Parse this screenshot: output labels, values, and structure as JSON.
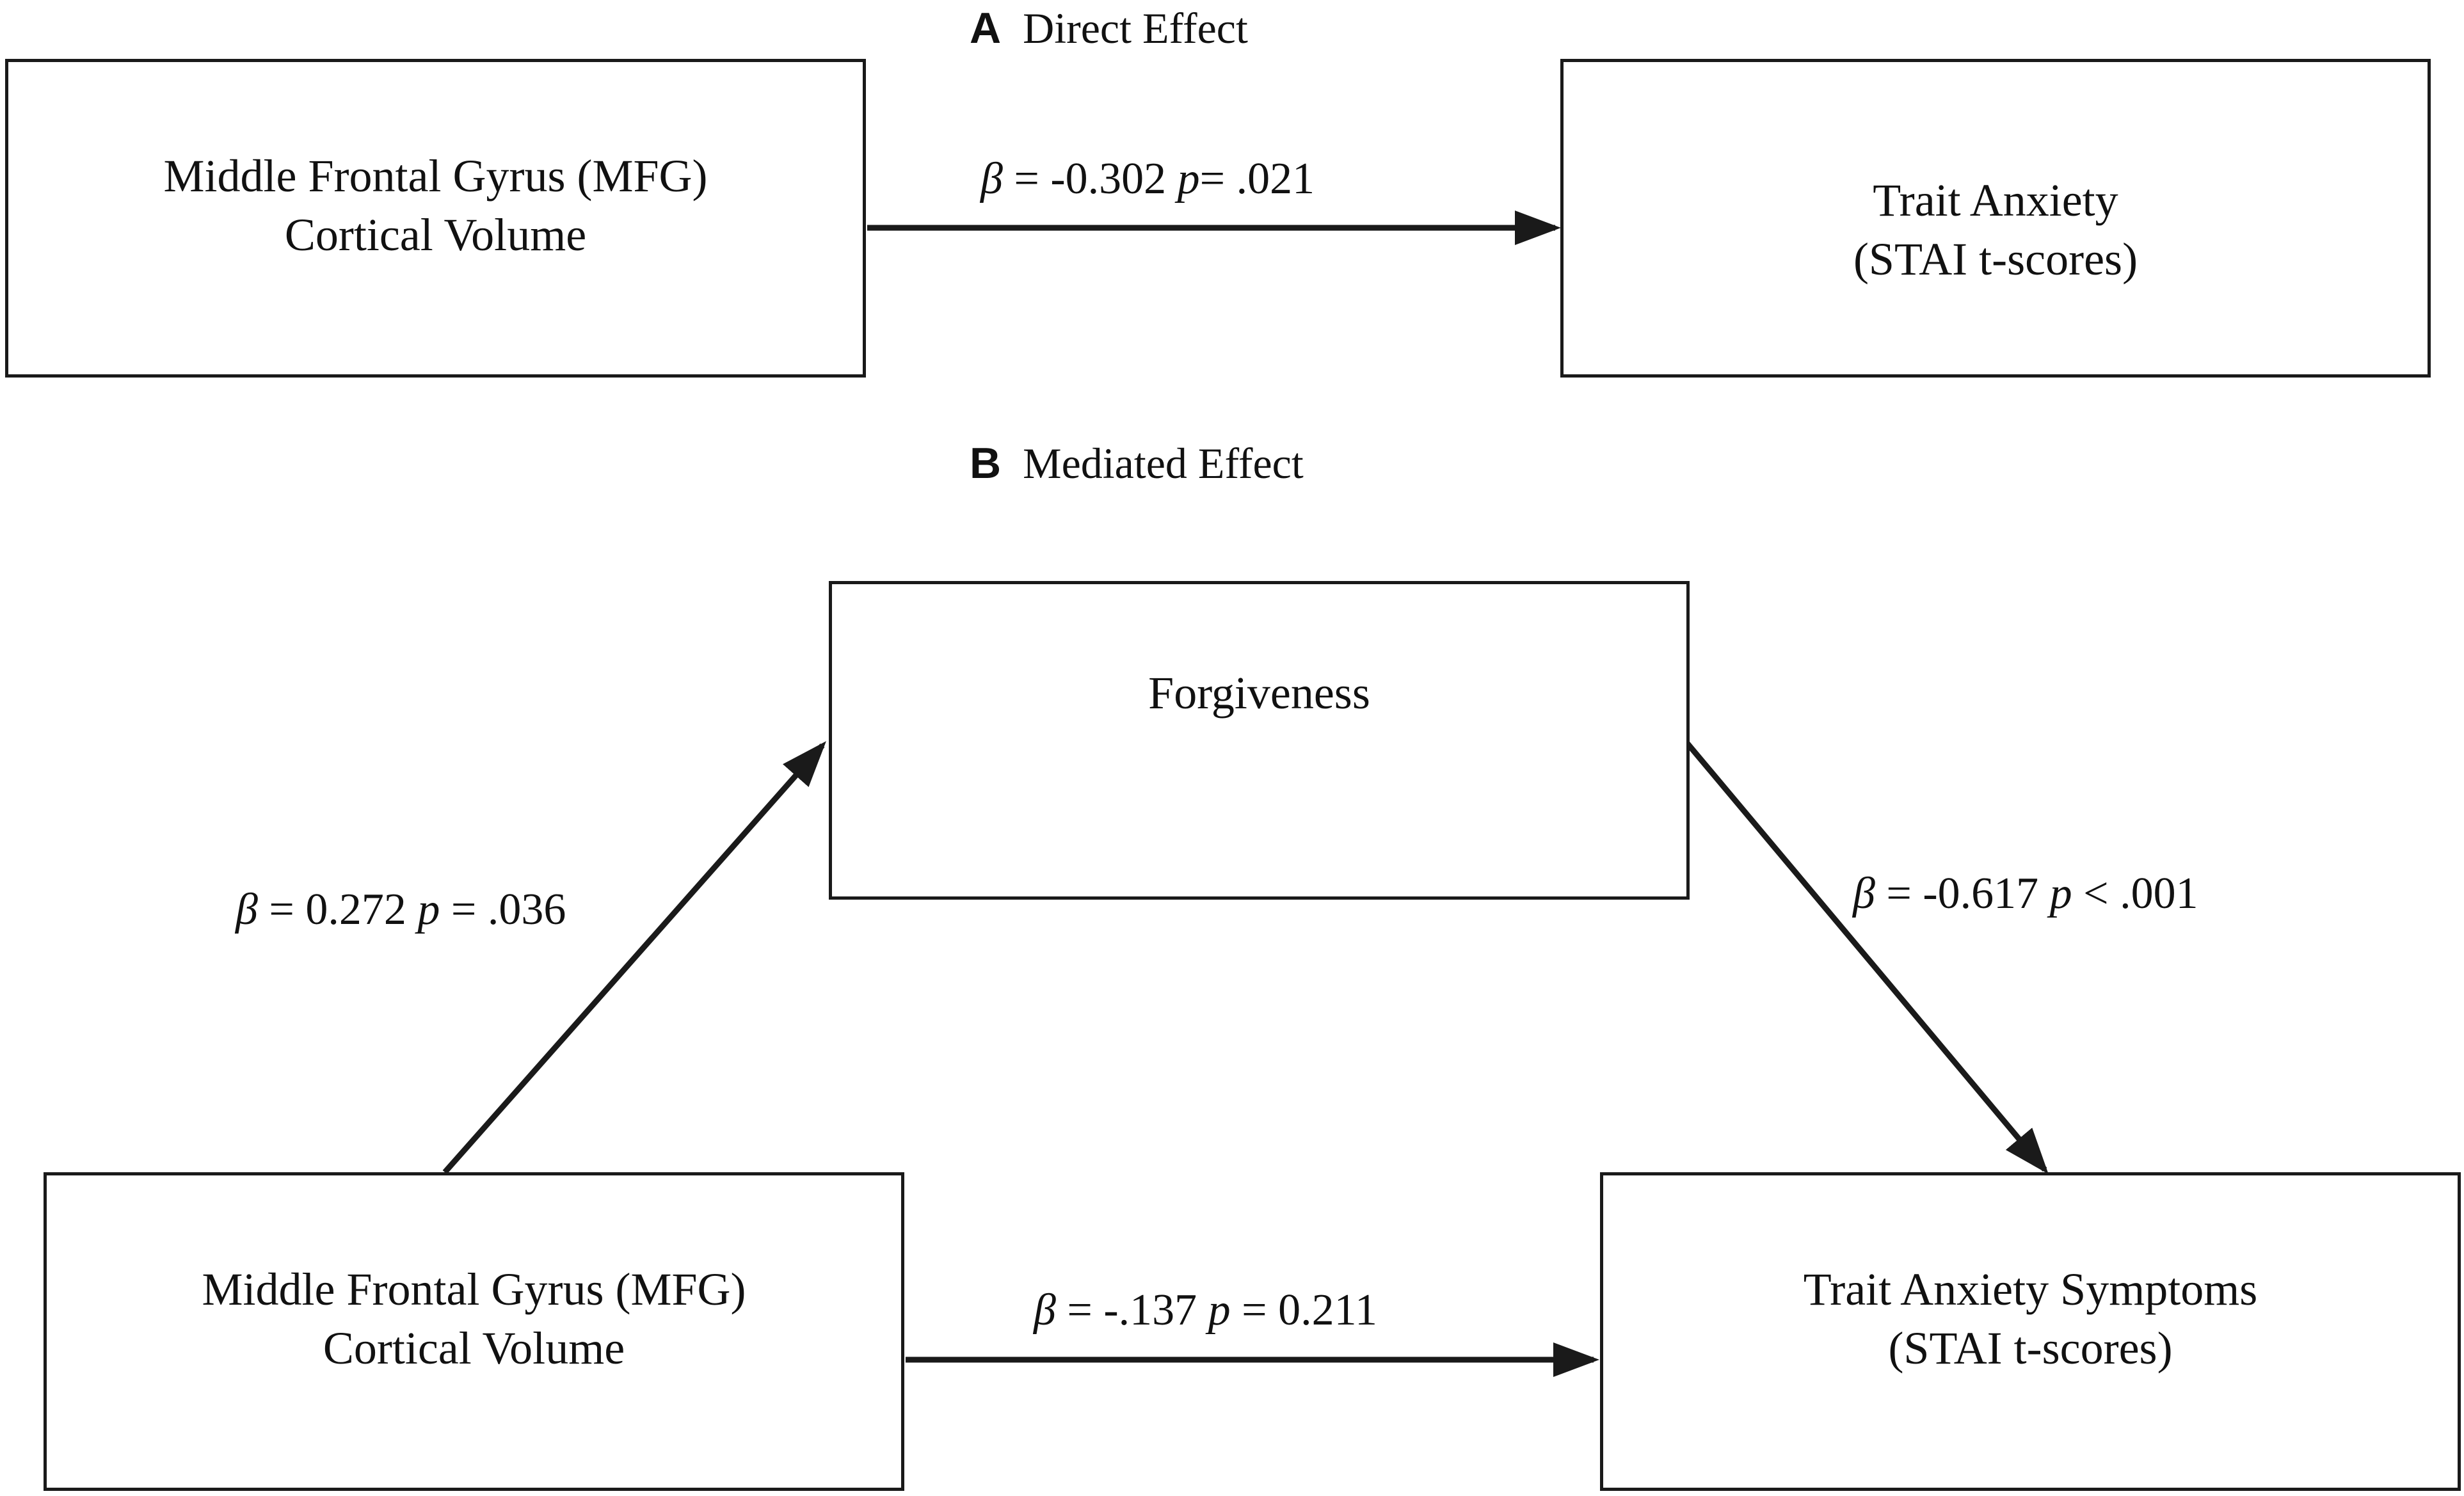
{
  "panel_a": {
    "letter": "A",
    "title": "Direct Effect",
    "predictor": {
      "line1": "Middle Frontal Gyrus (MFG)",
      "line2": "Cortical Volume"
    },
    "outcome": {
      "line1": "Trait Anxiety",
      "line2": "(STAI t-scores)"
    },
    "path_c": {
      "beta_symbol": "β",
      "beta_text": " = -0.302 ",
      "p_symbol": "p",
      "p_text": "= .021"
    }
  },
  "panel_b": {
    "letter": "B",
    "title": "Mediated Effect",
    "mediator": {
      "line1": "Forgiveness"
    },
    "predictor": {
      "line1": "Middle Frontal Gyrus  (MFG)",
      "line2": "Cortical Volume"
    },
    "outcome": {
      "line1": "Trait Anxiety Symptoms",
      "line2": "(STAI t-scores)"
    },
    "path_a": {
      "beta_symbol": "β",
      "beta_text": " = 0.272 ",
      "p_symbol": "p",
      "p_text": " = .036"
    },
    "path_b": {
      "beta_symbol": "β",
      "beta_text": " = -0.617 ",
      "p_symbol": "p",
      "p_text": " < .001"
    },
    "path_c_prime": {
      "beta_symbol": "β",
      "beta_text": " = -.137 ",
      "p_symbol": "p",
      "p_text": " = 0.211"
    }
  },
  "colors": {
    "stroke": "#1a1a1a",
    "text": "#111111",
    "background": "#ffffff"
  }
}
